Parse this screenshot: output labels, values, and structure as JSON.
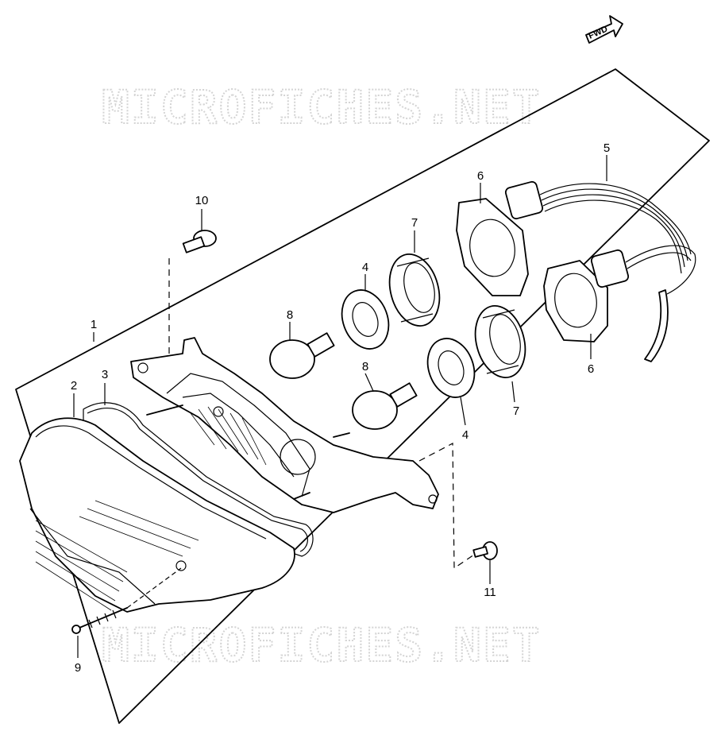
{
  "watermark": {
    "top": "MICROFICHES.NET",
    "bottom": "MICROFICHES.NET"
  },
  "fwd_label": "FWD",
  "callouts": {
    "c1": "1",
    "c2": "2",
    "c3": "3",
    "c4a": "4",
    "c4b": "4",
    "c5": "5",
    "c6a": "6",
    "c6b": "6",
    "c7a": "7",
    "c7b": "7",
    "c8a": "8",
    "c8b": "8",
    "c9": "9",
    "c10": "10",
    "c11": "11"
  },
  "colors": {
    "line": "#000000",
    "watermark": "#d4d4d4",
    "background": "#ffffff"
  }
}
